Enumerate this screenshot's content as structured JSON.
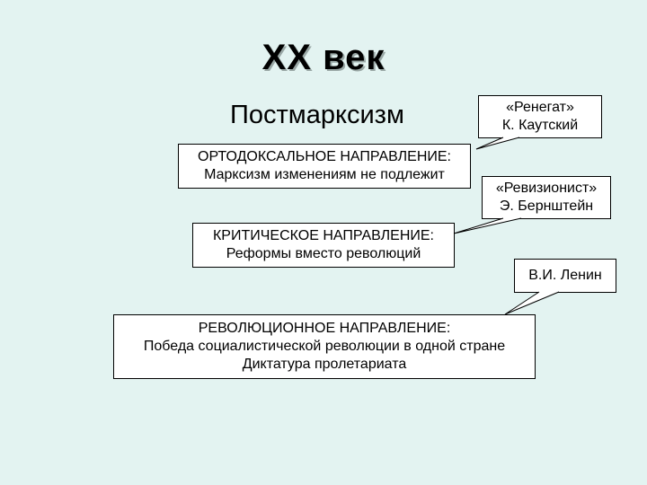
{
  "slide": {
    "title": "XX век",
    "subtitle": "Постмарксизм"
  },
  "orthodox": {
    "line1": "ОРТОДОКСАЛЬНОЕ НАПРАВЛЕНИЕ:",
    "line2": "Марксизм изменениям не подлежит"
  },
  "critical": {
    "line1": "КРИТИЧЕСКОЕ НАПРАВЛЕНИЕ:",
    "line2": "Реформы вместо революций"
  },
  "revolutionary": {
    "line1": "РЕВОЛЮЦИОННОЕ НАПРАВЛЕНИЕ:",
    "line2": "Победа социалистической революции в одной стране",
    "line3": "Диктатура пролетариата"
  },
  "callouts": {
    "renegade": {
      "line1": "«Ренегат»",
      "line2": "К. Каутский"
    },
    "revisionist": {
      "line1": "«Ревизионист»",
      "line2": "Э. Бернштейн"
    },
    "lenin": {
      "line1": "В.И. Ленин"
    }
  }
}
